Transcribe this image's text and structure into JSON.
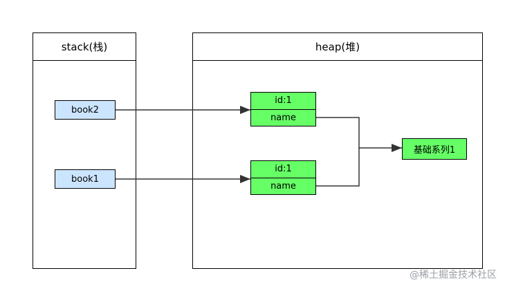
{
  "stack": {
    "title": "stack(栈)",
    "refs": [
      "book2",
      "book1"
    ]
  },
  "heap": {
    "title": "heap(堆)",
    "objects": [
      {
        "id_label": "id:1",
        "name_label": "name"
      },
      {
        "id_label": "id:1",
        "name_label": "name"
      }
    ],
    "shared_value": "基础系列1"
  },
  "colors": {
    "stack_ref": "#cce5ff",
    "heap_object": "#66ff66",
    "line": "#333333"
  },
  "watermark": "@稀土掘金技术社区"
}
